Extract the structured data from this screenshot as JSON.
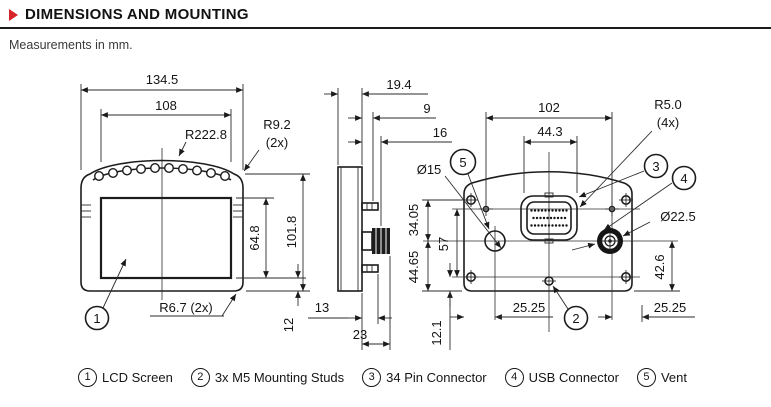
{
  "header": {
    "title": "DIMENSIONS AND MOUNTING",
    "subtitle": "Measurements in mm.",
    "accent_color": "#d8232a"
  },
  "front_view": {
    "total_width": "134.5",
    "screen_width": "108",
    "arch_radius": "R222.8",
    "top_corner_radius": "R9.2",
    "top_corner_qty": "(2x)",
    "screen_height": "64.8",
    "total_height": "101.8",
    "bottom_offset": "12",
    "bottom_corner_radius": "R6.7 (2x)",
    "callout_screen": "1"
  },
  "side_view": {
    "total_depth": "19.4",
    "depth_9": "9",
    "depth_16": "16",
    "depth_13": "13",
    "depth_23": "23"
  },
  "back_view": {
    "stud_spacing": "102",
    "connector_width": "44.3",
    "corner_radius": "R5.0",
    "corner_qty": "(4x)",
    "vent_diameter": "Ø15",
    "usb_diameter": "Ø22.5",
    "dim_vent_to_screw": "34.05",
    "dim_vent_to_bottom": "44.65",
    "dim_stud_rows": "57",
    "dim_usb_to_bottom": "42.6",
    "dim_stud_to_edge": "12.1",
    "offset_left": "25.25",
    "offset_right": "25.25",
    "callout_studs": "2",
    "callout_pin_connector": "3",
    "callout_usb": "4",
    "callout_vent": "5"
  },
  "legend": {
    "items": [
      {
        "num": "1",
        "label": "LCD Screen"
      },
      {
        "num": "2",
        "label": "3x M5 Mounting Studs"
      },
      {
        "num": "3",
        "label": "34 Pin Connector"
      },
      {
        "num": "4",
        "label": "USB Connector"
      },
      {
        "num": "5",
        "label": "Vent"
      }
    ]
  }
}
